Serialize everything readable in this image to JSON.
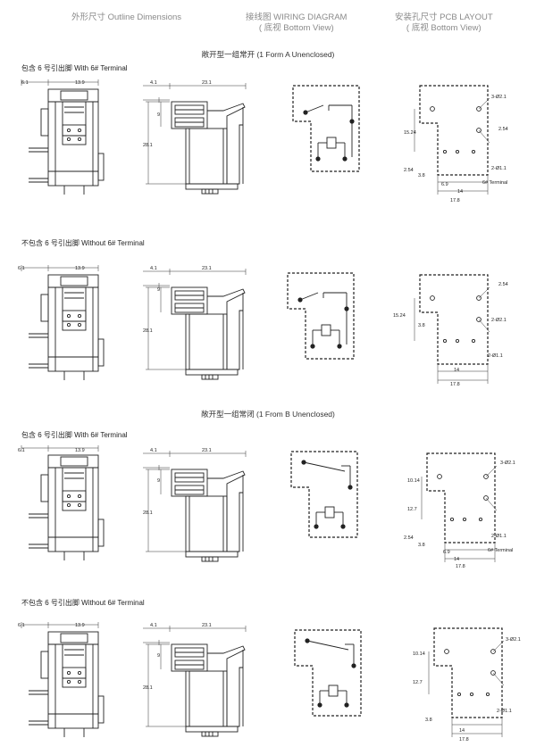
{
  "headers": {
    "outline": "外形尺寸 Outline Dimensions",
    "wiring": "接线图 WIRING DIAGRAM",
    "wiring_sub": "( 底视 Bottom View)",
    "pcb": "安装孔尺寸 PCB LAYOUT",
    "pcb_sub": "( 底视 Bottom View)"
  },
  "sections": [
    {
      "title": "敞开型一组常开 (1 Form A Unenclosed)"
    },
    {
      "title": "敞开型一组常闭 (1 From B Unenclosed)"
    }
  ],
  "rows": [
    {
      "label": "包含 6 号引出脚 With 6# Terminal",
      "dims": {
        "a": "6.1",
        "b": "13.9",
        "c": "4.1",
        "d": "23.1",
        "e": "9",
        "f": "28.1"
      },
      "pcb": {
        "hole1": "3-Ø2.1",
        "hole2": "2-Ø1.1",
        "d1": "15.24",
        "d2": "2.54",
        "d3": "2.54",
        "d4": "3.8",
        "d5": "6.9",
        "d6": "14",
        "d7": "17.8",
        "term": "6# Terminal"
      }
    },
    {
      "label": "不包含 6 号引出脚 Without 6# Terminal",
      "dims": {
        "a": "6.1",
        "b": "13.9",
        "c": "4.1",
        "d": "23.1",
        "e": "9",
        "f": "28.1"
      },
      "pcb": {
        "hole1": "2-Ø2.1",
        "hole2": "2-Ø1.1",
        "d1": "15.24",
        "d2": "2.54",
        "d4": "3.8",
        "d6": "14",
        "d7": "17.8"
      }
    },
    {
      "label": "包含 6 号引出脚 With 6# Terminal",
      "dims": {
        "a": "6.1",
        "b": "13.9",
        "c": "4.1",
        "d": "23.1",
        "e": "9",
        "f": "28.1"
      },
      "pcb": {
        "hole1": "3-Ø2.1",
        "hole2": "2-Ø1.1",
        "d1": "10.14",
        "d2": "12.7",
        "d3": "2.54",
        "d4": "3.8",
        "d5": "6.9",
        "d6": "14",
        "d7": "17.8",
        "term": "6# Terminal"
      }
    },
    {
      "label": "不包含 6 号引出脚 Without 6# Terminal",
      "dims": {
        "a": "6.1",
        "b": "13.9",
        "c": "4.1",
        "d": "23.1",
        "e": "9",
        "f": "28.1"
      },
      "pcb": {
        "hole1": "3-Ø2.1",
        "hole2": "2-Ø1.1",
        "d1": "10.14",
        "d2": "12.7",
        "d4": "3.8",
        "d6": "14",
        "d7": "17.8"
      }
    }
  ]
}
